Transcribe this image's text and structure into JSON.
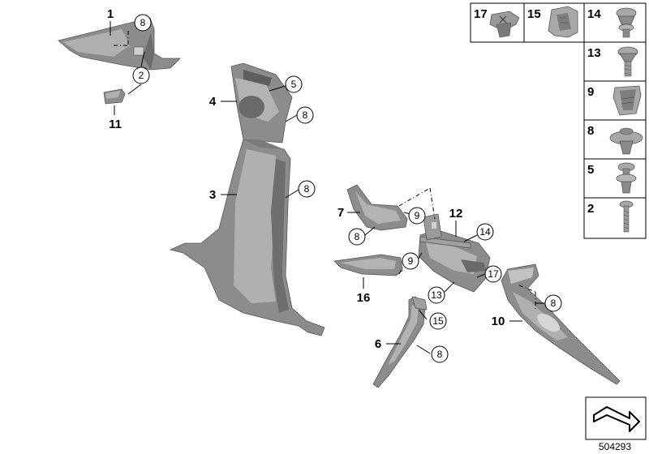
{
  "diagram": {
    "reference_number": "504293",
    "colors": {
      "part_fill": "#8c8c8c",
      "part_dark": "#6a6a6a",
      "part_light": "#b8b8b8",
      "line": "#000000"
    },
    "callouts_plain": [
      "1",
      "11",
      "4",
      "3",
      "7",
      "12",
      "16",
      "6",
      "10"
    ],
    "callouts_circled": [
      "8",
      "2",
      "5",
      "8",
      "8",
      "9",
      "8",
      "14",
      "9",
      "17",
      "13",
      "8",
      "15",
      "8"
    ],
    "fastener_table": {
      "top_row": [
        "17",
        "15",
        "14"
      ],
      "column": [
        "13",
        "9",
        "8",
        "5",
        "2"
      ]
    }
  }
}
